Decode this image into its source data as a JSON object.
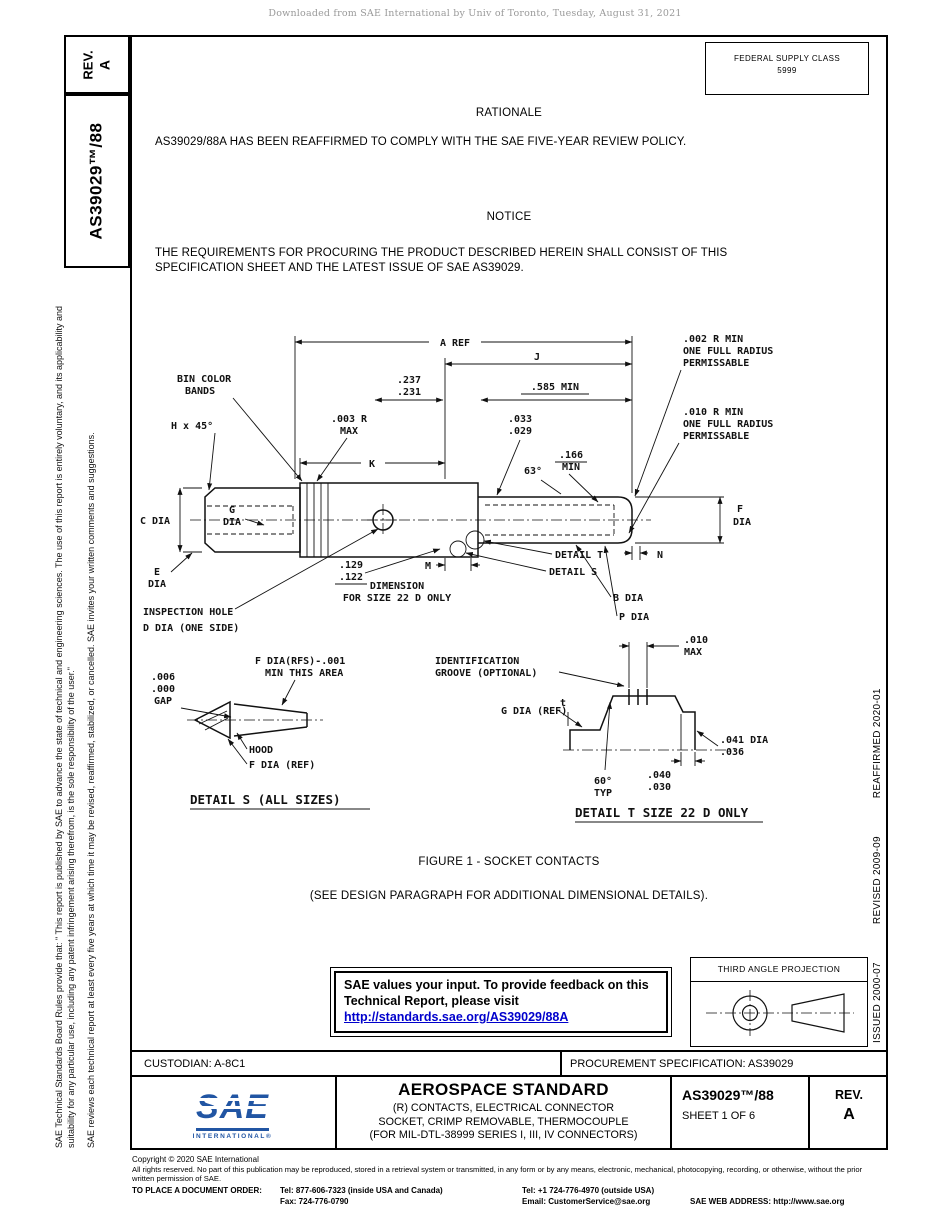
{
  "page": {
    "download_notice": "Downloaded from SAE International by Univ of Toronto, Tuesday, August 31, 2021"
  },
  "left_sidebar": {
    "rev_label": "REV.",
    "rev_value": "A",
    "doc_number": "AS39029™/88",
    "legal_text_1": "SAE Technical Standards Board Rules provide that: \" This report is published by SAE to advance the state of technical and engineering sciences. The use of this report is entirely voluntary, and its applicability and suitability for any particular use, including any patent infringement arising therefrom, is the sole responsibility of the user.\"",
    "legal_text_2": "SAE reviews each technical report at least every five years at which time it may be revised, reaffirmed, stabilized, or cancelled. SAE invites your written comments and suggestions."
  },
  "right_sidebar": {
    "issued": "ISSUED 2000-07",
    "revised": "REVISED 2009-09",
    "reaffirmed": "REAFFIRMED 2020-01"
  },
  "header": {
    "federal_supply_class_label": "FEDERAL SUPPLY CLASS",
    "federal_supply_class_value": "5999"
  },
  "rationale": {
    "heading": "RATIONALE",
    "body": "AS39029/88A HAS BEEN REAFFIRMED TO COMPLY WITH THE SAE FIVE-YEAR REVIEW POLICY."
  },
  "notice": {
    "heading": "NOTICE",
    "body": "THE REQUIREMENTS FOR PROCURING THE PRODUCT DESCRIBED HEREIN SHALL CONSIST OF THIS SPECIFICATION SHEET AND THE LATEST ISSUE OF SAE AS39029."
  },
  "figure": {
    "caption": "FIGURE 1 - SOCKET CONTACTS",
    "subcaption": "(SEE DESIGN PARAGRAPH FOR ADDITIONAL DIMENSIONAL DETAILS).",
    "labels": {
      "a_ref": "A REF",
      "j": "J",
      "d237": ".237",
      "d231": ".231",
      "d585": ".585 MIN",
      "d033": ".033",
      "d029": ".029",
      "r002_1": ".002 R MIN",
      "r002_2": "ONE FULL RADIUS",
      "r002_3": "PERMISSABLE",
      "r010_1": ".010 R MIN",
      "r010_2": "ONE FULL RADIUS",
      "r010_3": "PERMISSABLE",
      "bin_1": "BIN COLOR",
      "bin_2": "BANDS",
      "h45": "H x 45°",
      "r003_1": ".003 R",
      "r003_2": "MAX",
      "d166_1": ".166",
      "d166_2": "MIN",
      "deg63": "63°",
      "k": "K",
      "c_dia": "C DIA",
      "g_1": "G",
      "g_2": "DIA",
      "f_1": "F",
      "f_2": "DIA",
      "d129": ".129",
      "d122": ".122",
      "m": "M",
      "detail_t_ref": "DETAIL T",
      "detail_s_ref": "DETAIL S",
      "dim22_1": "DIMENSION",
      "dim22_2": "FOR SIZE 22 D ONLY",
      "e_1": "E",
      "e_2": "DIA",
      "b_dia": "B DIA",
      "p_dia": "P DIA",
      "n": "N",
      "insp_1": "INSPECTION HOLE",
      "insp_2": "D DIA (ONE SIDE)",
      "gap_1": ".006",
      "gap_2": ".000",
      "gap_3": "GAP",
      "fdia_rfs_1": "F DIA(RFS)-.001",
      "fdia_rfs_2": "MIN THIS AREA",
      "hood": "HOOD",
      "f_ref": "F DIA (REF)",
      "detail_s_title": "DETAIL S  (ALL SIZES)",
      "ident_1": "IDENTIFICATION",
      "ident_2": "GROOVE (OPTIONAL)",
      "d010_1": ".010",
      "d010_2": "MAX",
      "g_ref": "G DIA (REF)",
      "t": "t",
      "d041": ".041 DIA",
      "d036": ".036",
      "d040": ".040",
      "d030": ".030",
      "deg60_1": "60°",
      "deg60_2": "TYP",
      "detail_t_title": "DETAIL T  SIZE 22 D ONLY"
    }
  },
  "feedback_box": {
    "line1": "SAE values your input. To provide feedback on this",
    "line2": "Technical Report, please visit",
    "link": "http://standards.sae.org/AS39029/88A"
  },
  "projection_box": {
    "label": "THIRD ANGLE PROJECTION"
  },
  "custodian_row": {
    "custodian": "CUSTODIAN: A-8C1",
    "procurement": "PROCUREMENT SPECIFICATION: AS39029"
  },
  "title_block": {
    "logo_text": "SAE",
    "logo_sub": "INTERNATIONAL®",
    "standard_type": "AEROSPACE STANDARD",
    "title_line1": "(R) CONTACTS, ELECTRICAL CONNECTOR",
    "title_line2": "SOCKET, CRIMP REMOVABLE, THERMOCOUPLE",
    "title_line3": "(FOR MIL-DTL-38999 SERIES I, III, IV CONNECTORS)",
    "doc_number": "AS39029™/88",
    "sheet": "SHEET 1 OF 6",
    "rev_label": "REV.",
    "rev_value": "A"
  },
  "footer": {
    "copyright": "Copyright © 2020 SAE International",
    "rights": "All rights reserved. No part of this publication may be reproduced, stored in a retrieval system or transmitted, in any form or by any means, electronic, mechanical, photocopying, recording, or otherwise, without the prior written permission of SAE.",
    "order_label": "TO PLACE A DOCUMENT ORDER:",
    "tel1": "Tel: 877-606-7323 (inside USA and Canada)",
    "tel2": "Tel: +1 724-776-4970 (outside USA)",
    "fax": "Fax: 724-776-0790",
    "email": "Email: CustomerService@sae.org",
    "web": "SAE WEB ADDRESS: http://www.sae.org"
  }
}
